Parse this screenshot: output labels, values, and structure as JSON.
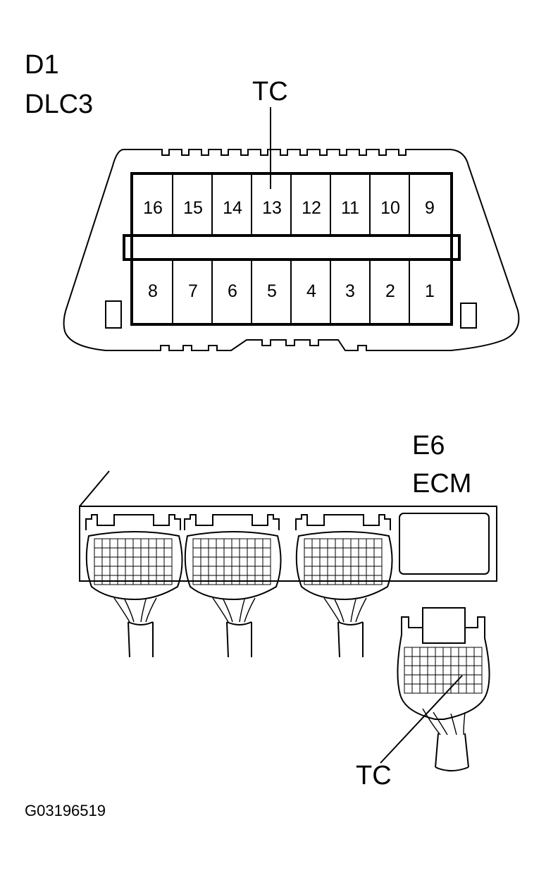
{
  "dlc3": {
    "code": "D1",
    "name": "DLC3",
    "terminal_label": "TC",
    "top_row": [
      "16",
      "15",
      "14",
      "13",
      "12",
      "11",
      "10",
      "9"
    ],
    "bottom_row": [
      "8",
      "7",
      "6",
      "5",
      "4",
      "3",
      "2",
      "1"
    ]
  },
  "ecm": {
    "code": "E6",
    "name": "ECM",
    "terminal_label": "TC"
  },
  "figure_id": "G03196519",
  "colors": {
    "line": "#000000",
    "background": "#ffffff"
  }
}
